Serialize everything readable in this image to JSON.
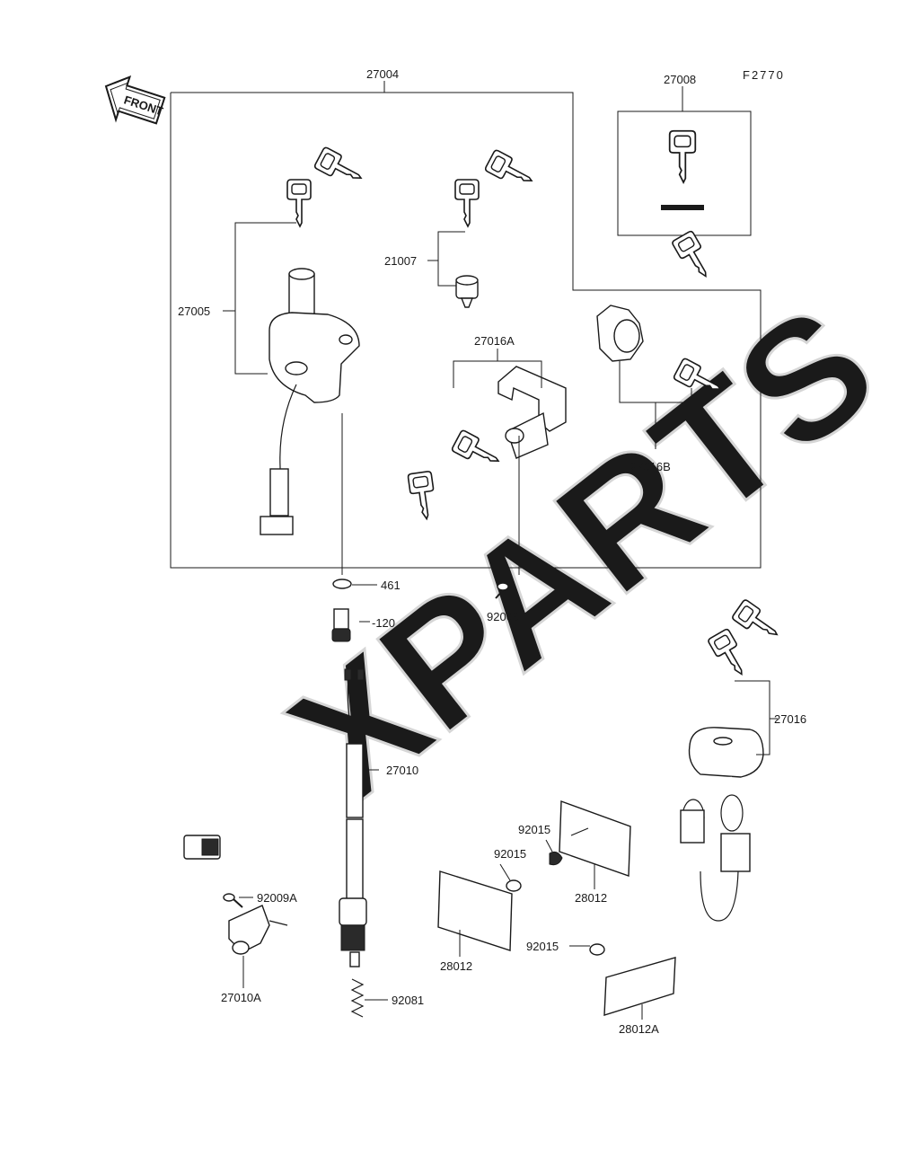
{
  "figure_code": "F2770",
  "direction_arrow": {
    "label": "FRONT"
  },
  "watermark": "XPARTS",
  "parts": [
    {
      "id": "p27004",
      "number": "27004"
    },
    {
      "id": "p27008",
      "number": "27008"
    },
    {
      "id": "p27005",
      "number": "27005"
    },
    {
      "id": "p21007",
      "number": "21007"
    },
    {
      "id": "p27016A",
      "number": "27016A"
    },
    {
      "id": "p27016B",
      "number": "27016B"
    },
    {
      "id": "p461",
      "number": "461"
    },
    {
      "id": "p120",
      "number": "-120"
    },
    {
      "id": "p92009",
      "number": "92009"
    },
    {
      "id": "p27016",
      "number": "27016"
    },
    {
      "id": "p27010",
      "number": "27010"
    },
    {
      "id": "p92009A",
      "number": "92009A"
    },
    {
      "id": "p27010A",
      "number": "27010A"
    },
    {
      "id": "p92081",
      "number": "92081"
    },
    {
      "id": "p92015a",
      "number": "92015"
    },
    {
      "id": "p92015b",
      "number": "92015"
    },
    {
      "id": "p92015c",
      "number": "92015"
    },
    {
      "id": "p28012a",
      "number": "28012"
    },
    {
      "id": "p28012b",
      "number": "28012"
    },
    {
      "id": "p28012A",
      "number": "28012A"
    }
  ],
  "icons": {
    "ignition_switch": "ignition-switch-icon",
    "key": "key-icon",
    "lock_cylinder": "lock-cylinder-icon",
    "helmet_lock": "helmet-lock-icon",
    "chain_lock": "chain-lock-icon",
    "reflector": "reflector-icon",
    "switch_wire": "switch-wire-icon"
  }
}
